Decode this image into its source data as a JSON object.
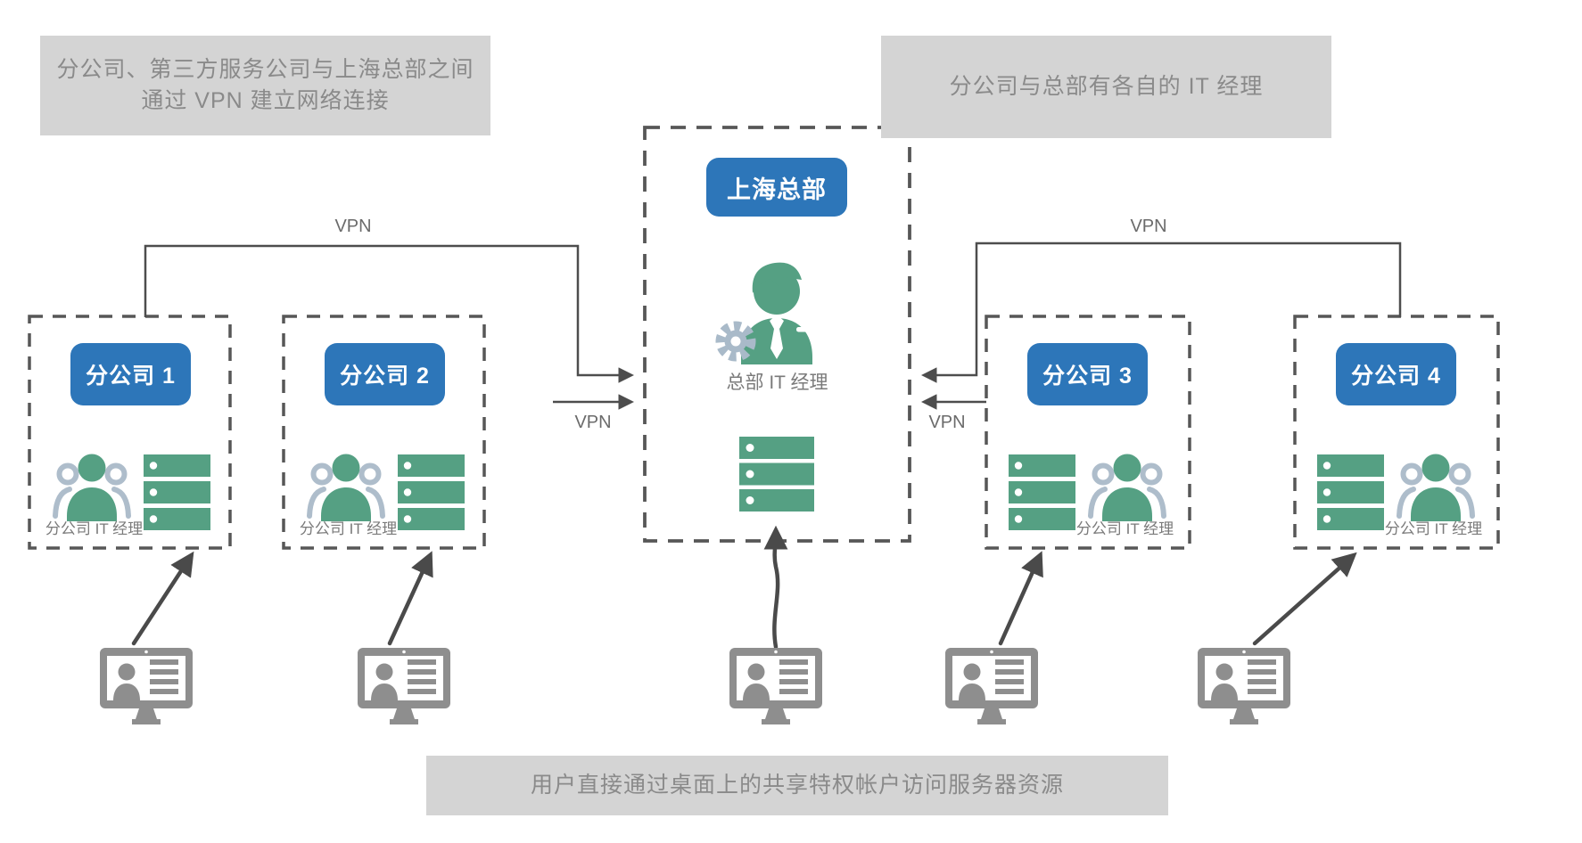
{
  "notes": {
    "top_left_line1": "分公司、第三方服务公司与上海总部之间",
    "top_left_line2": "通过 VPN 建立网络连接",
    "top_right": "分公司与总部有各自的 IT 经理",
    "bottom": "用户直接通过桌面上的共享特权帐户访问服务器资源"
  },
  "hq": {
    "badge": "上海总部",
    "manager_label": "总部 IT 经理"
  },
  "branches": [
    {
      "badge": "分公司 1",
      "manager_label": "分公司 IT 经理"
    },
    {
      "badge": "分公司 2",
      "manager_label": "分公司 IT 经理"
    },
    {
      "badge": "分公司 3",
      "manager_label": "分公司 IT 经理"
    },
    {
      "badge": "分公司 4",
      "manager_label": "分公司 IT 经理"
    }
  ],
  "vpn": {
    "labels": [
      "VPN",
      "VPN",
      "VPN",
      "VPN"
    ]
  },
  "colors": {
    "badge_blue": "#2d76b9",
    "icon_green": "#55a083",
    "icon_gray_blue": "#aebdcb",
    "note_bg": "#d4d4d4",
    "note_text": "#8a8a8a",
    "connector_line": "#4d4d4d",
    "dashed_border": "#575757",
    "monitor_gray": "#8e8e8e"
  }
}
